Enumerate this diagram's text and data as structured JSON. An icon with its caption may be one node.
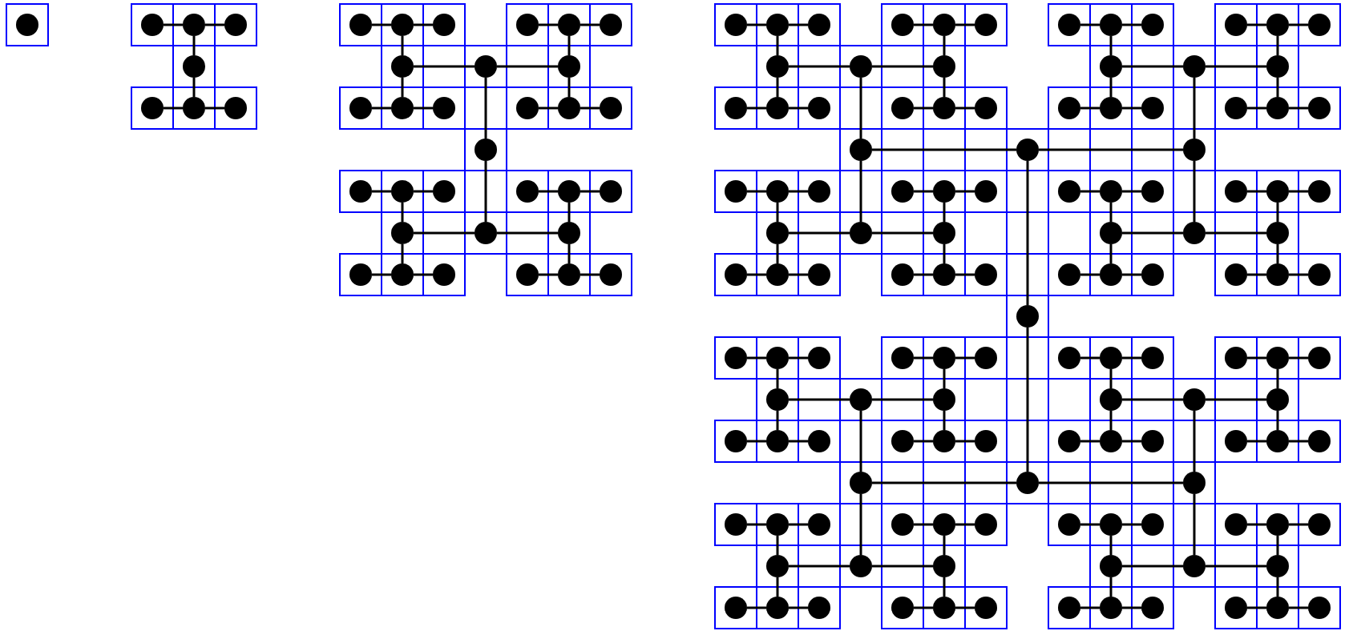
{
  "diagram": {
    "nodes": [
      {
        "text": [],
        "shape": "circle"
      },
      {
        "text": [],
        "shape": "circle"
      },
      {
        "text": [],
        "shape": "circle"
      },
      {
        "text": [],
        "shape": "circle"
      },
      {
        "text": [],
        "shape": "circle"
      },
      {
        "text": [],
        "shape": "circle"
      },
      {
        "text": [],
        "shape": "circle"
      },
      {
        "text": [],
        "shape": "circle"
      },
      {
        "text": [],
        "shape": "circle"
      },
      {
        "text": [],
        "shape": "circle"
      },
      {
        "text": [],
        "shape": "circle"
      },
      {
        "text": [],
        "shape": "circle"
      },
      {
        "text": [],
        "shape": "circle"
      },
      {
        "text": [],
        "shape": "circle"
      },
      {
        "text": [],
        "shape": "circle"
      },
      {
        "text": [],
        "shape": "circle"
      },
      {
        "text": [],
        "shape": "circle"
      },
      {
        "text": [],
        "shape": "circle"
      },
      {
        "text": [],
        "shape": "circle"
      },
      {
        "text": [],
        "shape": "circle"
      },
      {
        "text": [],
        "shape": "circle"
      },
      {
        "text": [],
        "shape": "circle"
      },
      {
        "text": [],
        "shape": "circle"
      },
      {
        "text": [],
        "shape": "circle"
      },
      {
        "text": [],
        "shape": "circle"
      },
      {
        "text": [],
        "shape": "circle"
      },
      {
        "text": [],
        "shape": "circle"
      },
      {
        "text": [],
        "shape": "circle"
      },
      {
        "text": [],
        "shape": "circle"
      },
      {
        "text": [],
        "shape": "circle"
      },
      {
        "text": [],
        "shape": "circle"
      },
      {
        "text": [],
        "shape": "circle"
      },
      {
        "text": [],
        "shape": "circle"
      },
      {
        "text": [],
        "shape": "circle"
      },
      {
        "text": [],
        "shape": "circle"
      },
      {
        "text": [],
        "shape": "circle"
      },
      {
        "text": [],
        "shape": "circle"
      },
      {
        "text": [],
        "shape": "circle"
      },
      {
        "text": [],
        "shape": "circle"
      },
      {
        "text": [],
        "shape": "circle"
      },
      {
        "text": [],
        "shape": "circle"
      },
      {
        "text": [],
        "shape": "circle"
      },
      {
        "text": [],
        "shape": "circle"
      },
      {
        "text": [],
        "shape": "circle"
      },
      {
        "text": [],
        "shape": "circle"
      },
      {
        "text": [],
        "shape": "circle"
      },
      {
        "text": [],
        "shape": "circle"
      },
      {
        "text": [],
        "shape": "circle"
      },
      {
        "text": [],
        "shape": "circle"
      },
      {
        "text": [],
        "shape": "circle"
      },
      {
        "text": [],
        "shape": "circle"
      },
      {
        "text": [],
        "shape": "circle"
      },
      {
        "text": [],
        "shape": "circle"
      },
      {
        "text": [],
        "shape": "circle"
      },
      {
        "text": [],
        "shape": "circle"
      },
      {
        "text": [],
        "shape": "circle"
      },
      {
        "text": [],
        "shape": "circle"
      },
      {
        "text": [],
        "shape": "circle"
      },
      {
        "text": [],
        "shape": "circle"
      },
      {
        "text": [],
        "shape": "circle"
      },
      {
        "text": [],
        "shape": "circle"
      },
      {
        "text": [],
        "shape": "circle"
      },
      {
        "text": [],
        "shape": "circle"
      },
      {
        "text": [],
        "shape": "circle"
      },
      {
        "text": [],
        "shape": "circle"
      },
      {
        "text": [],
        "shape": "circle"
      },
      {
        "text": [],
        "shape": "circle"
      },
      {
        "text": [],
        "shape": "circle"
      },
      {
        "text": [],
        "shape": "circle"
      },
      {
        "text": [],
        "shape": "circle"
      },
      {
        "text": [],
        "shape": "circle"
      },
      {
        "text": [],
        "shape": "circle"
      },
      {
        "text": [],
        "shape": "circle"
      },
      {
        "text": [],
        "shape": "circle"
      },
      {
        "text": [],
        "shape": "circle"
      },
      {
        "text": [],
        "shape": "circle"
      },
      {
        "text": [],
        "shape": "circle"
      },
      {
        "text": [],
        "shape": "circle"
      },
      {
        "text": [],
        "shape": "circle"
      },
      {
        "text": [],
        "shape": "circle"
      },
      {
        "text": [],
        "shape": "circle"
      },
      {
        "text": [],
        "shape": "circle"
      },
      {
        "text": [],
        "shape": "circle"
      },
      {
        "text": [],
        "shape": "circle"
      },
      {
        "text": [],
        "shape": "circle"
      },
      {
        "text": [],
        "shape": "circle"
      },
      {
        "text": [],
        "shape": "circle"
      },
      {
        "text": [],
        "shape": "circle"
      },
      {
        "text": [],
        "shape": "circle"
      },
      {
        "text": [],
        "shape": "circle"
      },
      {
        "text": [],
        "shape": "circle"
      },
      {
        "text": [],
        "shape": "circle"
      },
      {
        "text": [],
        "shape": "circle"
      },
      {
        "text": [],
        "shape": "circle"
      },
      {
        "text": [],
        "shape": "circle"
      },
      {
        "text": [],
        "shape": "circle"
      },
      {
        "text": [],
        "shape": "circle"
      },
      {
        "text": [],
        "shape": "circle"
      },
      {
        "text": [],
        "shape": "circle"
      },
      {
        "text": [],
        "shape": "circle"
      },
      {
        "text": [],
        "shape": "circle"
      },
      {
        "text": [],
        "shape": "circle"
      },
      {
        "text": [],
        "shape": "circle"
      },
      {
        "text": [],
        "shape": "circle"
      },
      {
        "text": [],
        "shape": "circle"
      },
      {
        "text": [],
        "shape": "circle"
      },
      {
        "text": [],
        "shape": "circle"
      },
      {
        "text": [],
        "shape": "circle"
      },
      {
        "text": [],
        "shape": "circle"
      },
      {
        "text": [],
        "shape": "circle"
      },
      {
        "text": [],
        "shape": "circle"
      },
      {
        "text": [],
        "shape": "circle"
      },
      {
        "text": [],
        "shape": "circle"
      },
      {
        "text": [],
        "shape": "circle"
      },
      {
        "text": [],
        "shape": "circle"
      },
      {
        "text": [],
        "shape": "circle"
      },
      {
        "text": [],
        "shape": "circle"
      },
      {
        "text": [],
        "shape": "circle"
      },
      {
        "text": [],
        "shape": "circle"
      },
      {
        "text": [],
        "shape": "circle"
      },
      {
        "text": [],
        "shape": "circle"
      },
      {
        "text": [],
        "shape": "circle"
      },
      {
        "text": [],
        "shape": "circle"
      },
      {
        "text": [],
        "shape": "circle"
      },
      {
        "text": [],
        "shape": "circle"
      },
      {
        "text": [],
        "shape": "circle"
      },
      {
        "text": [],
        "shape": "circle"
      },
      {
        "text": [],
        "shape": "circle"
      },
      {
        "text": [],
        "shape": "circle"
      },
      {
        "text": [],
        "shape": "circle"
      },
      {
        "text": [],
        "shape": "circle"
      },
      {
        "text": [],
        "shape": "circle"
      },
      {
        "text": [],
        "shape": "circle"
      },
      {
        "text": [],
        "shape": "circle"
      },
      {
        "text": [],
        "shape": "circle"
      },
      {
        "text": [],
        "shape": "circle"
      },
      {
        "text": [],
        "shape": "circle"
      },
      {
        "text": [],
        "shape": "circle"
      },
      {
        "text": [],
        "shape": "circle"
      },
      {
        "text": [],
        "shape": "circle"
      },
      {
        "text": [],
        "shape": "circle"
      },
      {
        "text": [],
        "shape": "circle"
      },
      {
        "text": [],
        "shape": "circle"
      },
      {
        "text": [],
        "shape": "circle"
      },
      {
        "text": [],
        "shape": "circle"
      },
      {
        "text": [],
        "shape": "circle"
      },
      {
        "text": [],
        "shape": "circle"
      },
      {
        "text": [],
        "shape": "circle"
      },
      {
        "text": [],
        "shape": "circle"
      },
      {
        "text": [],
        "shape": "circle"
      },
      {
        "text": [],
        "shape": "circle"
      },
      {
        "text": [],
        "shape": "circle"
      },
      {
        "text": [],
        "shape": "circle"
      },
      {
        "text": [],
        "shape": "circle"
      },
      {
        "text": [],
        "shape": "circle"
      },
      {
        "text": [],
        "shape": "circle"
      },
      {
        "text": [],
        "shape": "circle"
      },
      {
        "text": [],
        "shape": "circle"
      },
      {
        "text": [],
        "shape": "circle"
      },
      {
        "text": [],
        "shape": "circle"
      },
      {
        "text": [],
        "shape": "circle"
      },
      {
        "text": [],
        "shape": "circle"
      },
      {
        "text": [],
        "shape": "circle"
      },
      {
        "text": [],
        "shape": "circle"
      },
      {
        "text": [],
        "shape": "circle"
      },
      {
        "text": [],
        "shape": "circle"
      }
    ],
    "edges": [
      {
        "from": 4,
        "to": 2,
        "arrow": "none"
      },
      {
        "from": 4,
        "to": 6,
        "arrow": "none"
      },
      {
        "from": 2,
        "to": 1,
        "arrow": "none"
      },
      {
        "from": 2,
        "to": 3,
        "arrow": "none"
      },
      {
        "from": 6,
        "to": 5,
        "arrow": "none"
      },
      {
        "from": 6,
        "to": 7,
        "arrow": "none"
      },
      {
        "from": 23,
        "to": 15,
        "arrow": "none"
      },
      {
        "from": 23,
        "to": 31,
        "arrow": "none"
      },
      {
        "from": 15,
        "to": 14,
        "arrow": "none"
      },
      {
        "from": 15,
        "to": 16,
        "arrow": "none"
      },
      {
        "from": 31,
        "to": 30,
        "arrow": "none"
      },
      {
        "from": 31,
        "to": 32,
        "arrow": "none"
      },
      {
        "from": 14,
        "to": 9,
        "arrow": "none"
      },
      {
        "from": 14,
        "to": 18,
        "arrow": "none"
      },
      {
        "from": 16,
        "to": 12,
        "arrow": "none"
      },
      {
        "from": 16,
        "to": 21,
        "arrow": "none"
      },
      {
        "from": 30,
        "to": 25,
        "arrow": "none"
      },
      {
        "from": 30,
        "to": 34,
        "arrow": "none"
      },
      {
        "from": 32,
        "to": 28,
        "arrow": "none"
      },
      {
        "from": 32,
        "to": 37,
        "arrow": "none"
      },
      {
        "from": 9,
        "to": 8,
        "arrow": "none"
      },
      {
        "from": 9,
        "to": 10,
        "arrow": "none"
      },
      {
        "from": 18,
        "to": 17,
        "arrow": "none"
      },
      {
        "from": 18,
        "to": 19,
        "arrow": "none"
      },
      {
        "from": 12,
        "to": 11,
        "arrow": "none"
      },
      {
        "from": 12,
        "to": 13,
        "arrow": "none"
      },
      {
        "from": 21,
        "to": 20,
        "arrow": "none"
      },
      {
        "from": 21,
        "to": 22,
        "arrow": "none"
      },
      {
        "from": 25,
        "to": 24,
        "arrow": "none"
      },
      {
        "from": 25,
        "to": 26,
        "arrow": "none"
      },
      {
        "from": 34,
        "to": 33,
        "arrow": "none"
      },
      {
        "from": 34,
        "to": 35,
        "arrow": "none"
      },
      {
        "from": 28,
        "to": 27,
        "arrow": "none"
      },
      {
        "from": 28,
        "to": 29,
        "arrow": "none"
      },
      {
        "from": 37,
        "to": 36,
        "arrow": "none"
      },
      {
        "from": 37,
        "to": 38,
        "arrow": "none"
      },
      {
        "from": 102,
        "to": 70,
        "arrow": "none"
      },
      {
        "from": 102,
        "to": 134,
        "arrow": "none"
      },
      {
        "from": 70,
        "to": 69,
        "arrow": "none"
      },
      {
        "from": 70,
        "to": 71,
        "arrow": "none"
      },
      {
        "from": 134,
        "to": 133,
        "arrow": "none"
      },
      {
        "from": 134,
        "to": 135,
        "arrow": "none"
      },
      {
        "from": 69,
        "to": 52,
        "arrow": "none"
      },
      {
        "from": 69,
        "to": 85,
        "arrow": "none"
      },
      {
        "from": 71,
        "to": 55,
        "arrow": "none"
      },
      {
        "from": 71,
        "to": 88,
        "arrow": "none"
      },
      {
        "from": 133,
        "to": 116,
        "arrow": "none"
      },
      {
        "from": 133,
        "to": 149,
        "arrow": "none"
      },
      {
        "from": 135,
        "to": 119,
        "arrow": "none"
      },
      {
        "from": 135,
        "to": 152,
        "arrow": "none"
      },
      {
        "from": 52,
        "to": 51,
        "arrow": "none"
      },
      {
        "from": 52,
        "to": 53,
        "arrow": "none"
      },
      {
        "from": 85,
        "to": 84,
        "arrow": "none"
      },
      {
        "from": 85,
        "to": 86,
        "arrow": "none"
      },
      {
        "from": 55,
        "to": 54,
        "arrow": "none"
      },
      {
        "from": 55,
        "to": 56,
        "arrow": "none"
      },
      {
        "from": 88,
        "to": 87,
        "arrow": "none"
      },
      {
        "from": 88,
        "to": 89,
        "arrow": "none"
      },
      {
        "from": 116,
        "to": 115,
        "arrow": "none"
      },
      {
        "from": 116,
        "to": 117,
        "arrow": "none"
      },
      {
        "from": 149,
        "to": 148,
        "arrow": "none"
      },
      {
        "from": 149,
        "to": 150,
        "arrow": "none"
      },
      {
        "from": 119,
        "to": 118,
        "arrow": "none"
      },
      {
        "from": 119,
        "to": 120,
        "arrow": "none"
      },
      {
        "from": 152,
        "to": 151,
        "arrow": "none"
      },
      {
        "from": 152,
        "to": 153,
        "arrow": "none"
      },
      {
        "from": 51,
        "to": 40,
        "arrow": "none"
      },
      {
        "from": 51,
        "to": 58,
        "arrow": "none"
      },
      {
        "from": 53,
        "to": 43,
        "arrow": "none"
      },
      {
        "from": 53,
        "to": 61,
        "arrow": "none"
      },
      {
        "from": 54,
        "to": 46,
        "arrow": "none"
      },
      {
        "from": 54,
        "to": 64,
        "arrow": "none"
      },
      {
        "from": 56,
        "to": 49,
        "arrow": "none"
      },
      {
        "from": 56,
        "to": 67,
        "arrow": "none"
      },
      {
        "from": 84,
        "to": 73,
        "arrow": "none"
      },
      {
        "from": 84,
        "to": 91,
        "arrow": "none"
      },
      {
        "from": 86,
        "to": 76,
        "arrow": "none"
      },
      {
        "from": 86,
        "to": 94,
        "arrow": "none"
      },
      {
        "from": 87,
        "to": 79,
        "arrow": "none"
      },
      {
        "from": 87,
        "to": 97,
        "arrow": "none"
      },
      {
        "from": 89,
        "to": 82,
        "arrow": "none"
      },
      {
        "from": 89,
        "to": 100,
        "arrow": "none"
      },
      {
        "from": 115,
        "to": 104,
        "arrow": "none"
      },
      {
        "from": 115,
        "to": 122,
        "arrow": "none"
      },
      {
        "from": 117,
        "to": 107,
        "arrow": "none"
      },
      {
        "from": 117,
        "to": 125,
        "arrow": "none"
      },
      {
        "from": 118,
        "to": 110,
        "arrow": "none"
      },
      {
        "from": 118,
        "to": 128,
        "arrow": "none"
      },
      {
        "from": 120,
        "to": 113,
        "arrow": "none"
      },
      {
        "from": 120,
        "to": 131,
        "arrow": "none"
      },
      {
        "from": 148,
        "to": 137,
        "arrow": "none"
      },
      {
        "from": 148,
        "to": 155,
        "arrow": "none"
      },
      {
        "from": 150,
        "to": 140,
        "arrow": "none"
      },
      {
        "from": 150,
        "to": 158,
        "arrow": "none"
      },
      {
        "from": 151,
        "to": 143,
        "arrow": "none"
      },
      {
        "from": 151,
        "to": 161,
        "arrow": "none"
      },
      {
        "from": 153,
        "to": 146,
        "arrow": "none"
      },
      {
        "from": 153,
        "to": 164,
        "arrow": "none"
      },
      {
        "from": 40,
        "to": 39,
        "arrow": "none"
      },
      {
        "from": 40,
        "to": 41,
        "arrow": "none"
      },
      {
        "from": 43,
        "to": 42,
        "arrow": "none"
      },
      {
        "from": 43,
        "to": 44,
        "arrow": "none"
      },
      {
        "from": 46,
        "to": 45,
        "arrow": "none"
      },
      {
        "from": 46,
        "to": 47,
        "arrow": "none"
      },
      {
        "from": 49,
        "to": 48,
        "arrow": "none"
      },
      {
        "from": 49,
        "to": 50,
        "arrow": "none"
      },
      {
        "from": 58,
        "to": 57,
        "arrow": "none"
      },
      {
        "from": 58,
        "to": 59,
        "arrow": "none"
      },
      {
        "from": 61,
        "to": 60,
        "arrow": "none"
      },
      {
        "from": 61,
        "to": 62,
        "arrow": "none"
      },
      {
        "from": 64,
        "to": 63,
        "arrow": "none"
      },
      {
        "from": 64,
        "to": 65,
        "arrow": "none"
      },
      {
        "from": 67,
        "to": 66,
        "arrow": "none"
      },
      {
        "from": 67,
        "to": 68,
        "arrow": "none"
      },
      {
        "from": 73,
        "to": 72,
        "arrow": "none"
      },
      {
        "from": 73,
        "to": 74,
        "arrow": "none"
      },
      {
        "from": 76,
        "to": 75,
        "arrow": "none"
      },
      {
        "from": 76,
        "to": 77,
        "arrow": "none"
      },
      {
        "from": 79,
        "to": 78,
        "arrow": "none"
      },
      {
        "from": 79,
        "to": 80,
        "arrow": "none"
      },
      {
        "from": 82,
        "to": 81,
        "arrow": "none"
      },
      {
        "from": 82,
        "to": 83,
        "arrow": "none"
      },
      {
        "from": 91,
        "to": 90,
        "arrow": "none"
      },
      {
        "from": 91,
        "to": 92,
        "arrow": "none"
      },
      {
        "from": 94,
        "to": 93,
        "arrow": "none"
      },
      {
        "from": 94,
        "to": 95,
        "arrow": "none"
      },
      {
        "from": 97,
        "to": 96,
        "arrow": "none"
      },
      {
        "from": 97,
        "to": 98,
        "arrow": "none"
      },
      {
        "from": 100,
        "to": 99,
        "arrow": "none"
      },
      {
        "from": 100,
        "to": 101,
        "arrow": "none"
      },
      {
        "from": 104,
        "to": 103,
        "arrow": "none"
      },
      {
        "from": 104,
        "to": 105,
        "arrow": "none"
      },
      {
        "from": 107,
        "to": 106,
        "arrow": "none"
      },
      {
        "from": 107,
        "to": 108,
        "arrow": "none"
      },
      {
        "from": 110,
        "to": 109,
        "arrow": "none"
      },
      {
        "from": 110,
        "to": 111,
        "arrow": "none"
      },
      {
        "from": 113,
        "to": 112,
        "arrow": "none"
      },
      {
        "from": 113,
        "to": 114,
        "arrow": "none"
      },
      {
        "from": 122,
        "to": 121,
        "arrow": "none"
      },
      {
        "from": 122,
        "to": 123,
        "arrow": "none"
      },
      {
        "from": 125,
        "to": 124,
        "arrow": "none"
      },
      {
        "from": 125,
        "to": 126,
        "arrow": "none"
      },
      {
        "from": 128,
        "to": 127,
        "arrow": "none"
      },
      {
        "from": 128,
        "to": 129,
        "arrow": "none"
      },
      {
        "from": 131,
        "to": 130,
        "arrow": "none"
      },
      {
        "from": 131,
        "to": 132,
        "arrow": "none"
      },
      {
        "from": 137,
        "to": 136,
        "arrow": "none"
      },
      {
        "from": 137,
        "to": 138,
        "arrow": "none"
      },
      {
        "from": 140,
        "to": 139,
        "arrow": "none"
      },
      {
        "from": 140,
        "to": 141,
        "arrow": "none"
      },
      {
        "from": 143,
        "to": 142,
        "arrow": "none"
      },
      {
        "from": 143,
        "to": 144,
        "arrow": "none"
      },
      {
        "from": 146,
        "to": 145,
        "arrow": "none"
      },
      {
        "from": 146,
        "to": 147,
        "arrow": "none"
      },
      {
        "from": 155,
        "to": 154,
        "arrow": "none"
      },
      {
        "from": 155,
        "to": 156,
        "arrow": "none"
      },
      {
        "from": 158,
        "to": 157,
        "arrow": "none"
      },
      {
        "from": 158,
        "to": 159,
        "arrow": "none"
      },
      {
        "from": 161,
        "to": 160,
        "arrow": "none"
      },
      {
        "from": 161,
        "to": 162,
        "arrow": "none"
      },
      {
        "from": 164,
        "to": 163,
        "arrow": "none"
      },
      {
        "from": 164,
        "to": 165,
        "arrow": "none"
      }
    ]
  }
}
